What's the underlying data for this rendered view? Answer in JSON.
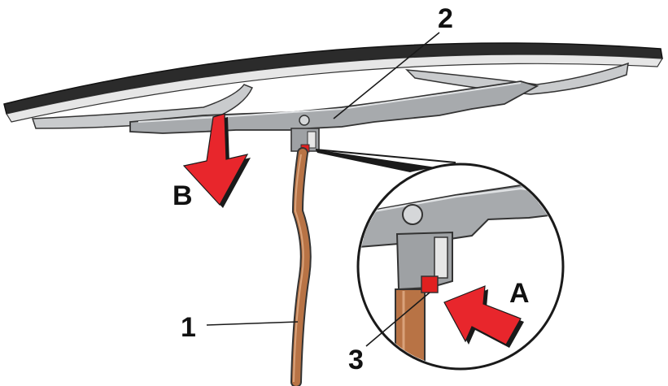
{
  "callouts": {
    "arm": "1",
    "blade": "2",
    "clip": "3",
    "press_direction": "A",
    "pull_direction": "B"
  },
  "colors": {
    "arrow_red": "#e8262c",
    "blade_gray": "#a7aaad",
    "rubber_black": "#2b2b2b",
    "arm_brown": "#b87345",
    "clip_red": "#e02020"
  },
  "icons": {
    "press_arrow": "arrow-left-icon",
    "pull_arrow": "arrow-down-icon"
  }
}
